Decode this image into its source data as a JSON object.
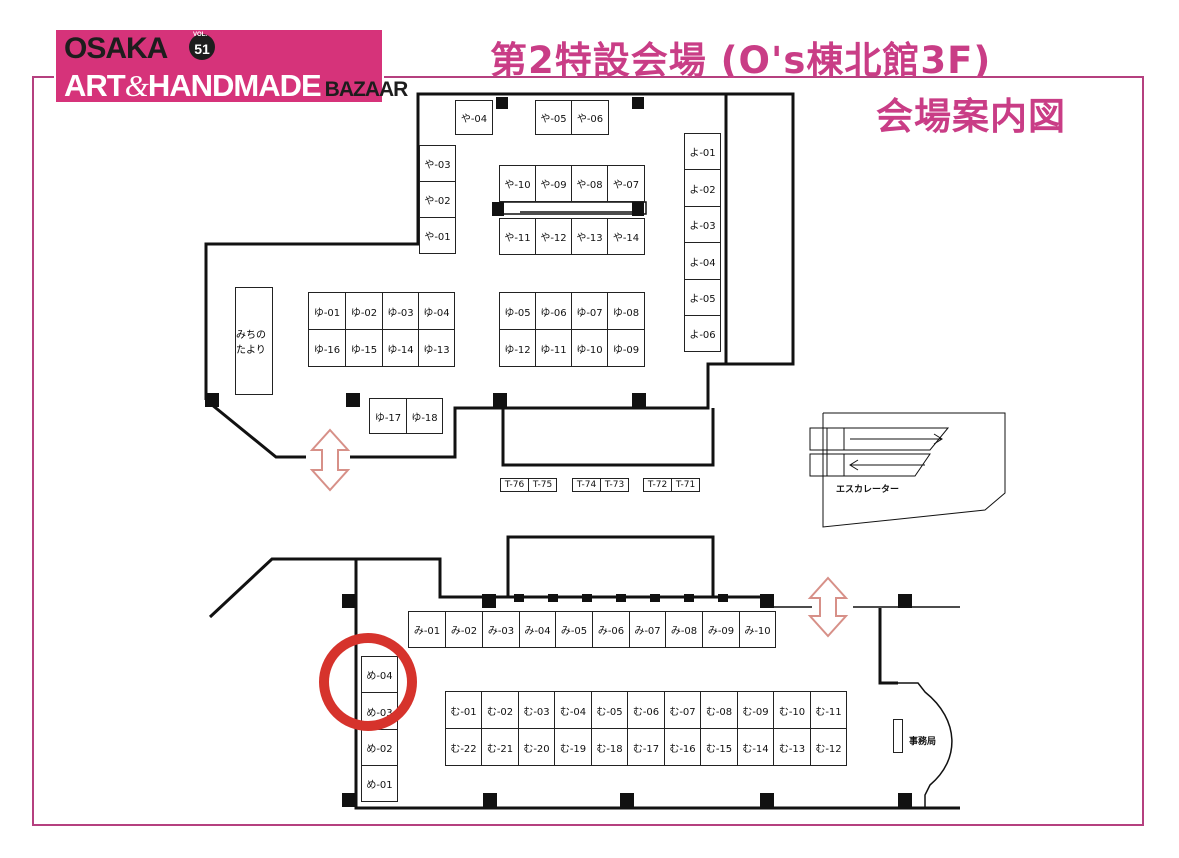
{
  "logo": {
    "line1": "OSAKA",
    "vol_label": "VOL.",
    "vol_number": "51",
    "line2_a": "ART",
    "amp": "&",
    "line2_b": "HANDMADE",
    "line2_c": "BAZAAR"
  },
  "title": {
    "line1": "第2特設会場 (O's棟北館3F)",
    "line2": "会場案内図"
  },
  "labels": {
    "michinotayori": "みちのたより",
    "escalator": "エスカレーター",
    "office": "事務局"
  },
  "colors": {
    "accent": "#c93d86",
    "frame": "#b5407f",
    "logo_bg": "#d6337a",
    "circle": "#d6332c",
    "arrow": "#d79088"
  },
  "ya_booths": [
    {
      "id": "ya04",
      "label": "や-04"
    },
    {
      "id": "ya05",
      "label": "や-05"
    },
    {
      "id": "ya06",
      "label": "や-06"
    },
    {
      "id": "ya03",
      "label": "や-03"
    },
    {
      "id": "ya02",
      "label": "や-02"
    },
    {
      "id": "ya01",
      "label": "や-01"
    },
    {
      "id": "ya10",
      "label": "や-10"
    },
    {
      "id": "ya09",
      "label": "や-09"
    },
    {
      "id": "ya08",
      "label": "や-08"
    },
    {
      "id": "ya07",
      "label": "や-07"
    },
    {
      "id": "ya11",
      "label": "や-11"
    },
    {
      "id": "ya12",
      "label": "や-12"
    },
    {
      "id": "ya13",
      "label": "や-13"
    },
    {
      "id": "ya14",
      "label": "や-14"
    }
  ],
  "yo_booths": [
    "よ-01",
    "よ-02",
    "よ-03",
    "よ-04",
    "よ-05",
    "よ-06"
  ],
  "yu_booths": {
    "row1": [
      "ゆ-01",
      "ゆ-02",
      "ゆ-03",
      "ゆ-04"
    ],
    "row2": [
      "ゆ-16",
      "ゆ-15",
      "ゆ-14",
      "ゆ-13"
    ],
    "row3": [
      "ゆ-05",
      "ゆ-06",
      "ゆ-07",
      "ゆ-08"
    ],
    "row4": [
      "ゆ-12",
      "ゆ-11",
      "ゆ-10",
      "ゆ-09"
    ],
    "row5": [
      "ゆ-17",
      "ゆ-18"
    ]
  },
  "t_booths": [
    "T-76",
    "T-75",
    "T-74",
    "T-73",
    "T-72",
    "T-71"
  ],
  "mi_booths": [
    "み-01",
    "み-02",
    "み-03",
    "み-04",
    "み-05",
    "み-06",
    "み-07",
    "み-08",
    "み-09",
    "み-10"
  ],
  "me_booths": [
    "め-04",
    "め-03",
    "め-02",
    "め-01"
  ],
  "mu_booths": {
    "row1": [
      "む-01",
      "む-02",
      "む-03",
      "む-04",
      "む-05",
      "む-06",
      "む-07",
      "む-08",
      "む-09",
      "む-10",
      "む-11"
    ],
    "row2": [
      "む-22",
      "む-21",
      "む-20",
      "む-19",
      "む-18",
      "む-17",
      "む-16",
      "む-15",
      "む-14",
      "む-13",
      "む-12"
    ]
  }
}
